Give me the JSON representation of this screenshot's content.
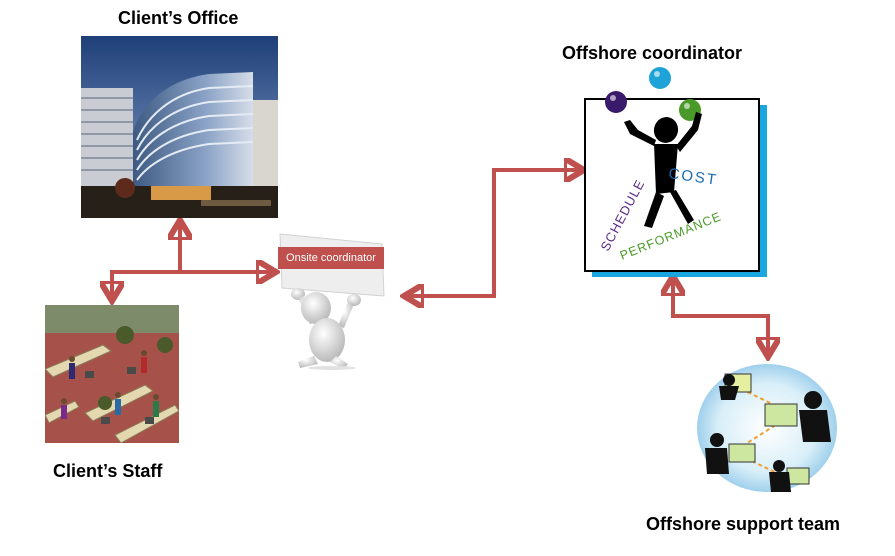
{
  "nodes": {
    "clients_office": {
      "label": "Client’s Office"
    },
    "clients_staff": {
      "label": "Client’s Staff"
    },
    "onsite_coordinator": {
      "label": "Onsite coordinator"
    },
    "offshore_coordinator": {
      "label": "Offshore  coordinator"
    },
    "offshore_team": {
      "label": "Offshore support team"
    }
  },
  "offshore_card": {
    "words": {
      "cost": "COST",
      "schedule": "SCHEDULE",
      "performance": "PERFORMANCE"
    },
    "ball_colors": [
      "#3a1a6b",
      "#1ea3d8",
      "#4a9a2a"
    ]
  },
  "colors": {
    "connector": "#c0504d",
    "accent": "#1aa7e0"
  }
}
